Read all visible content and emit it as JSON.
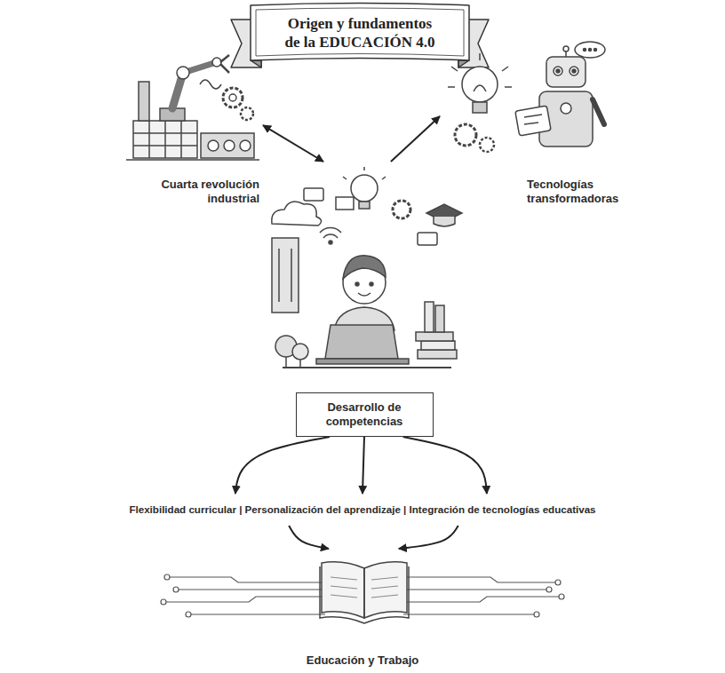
{
  "diagram": {
    "title": "Origen y fundamentos de la EDUCACIÓN 4.0",
    "nodes": [
      {
        "text": [
          "Cuarta revolución industrial"
        ]
      },
      {
        "text": [
          "Tecnologías transformadoras"
        ]
      },
      {
        "text": [
          "Desarrollo de competencias"
        ]
      },
      {
        "text": [
          "Flexibilidad curricular | Personalización del aprendizaje | Integración de tecnologías educativas"
        ]
      },
      {
        "text": [
          "Educación y Trabajo"
        ]
      }
    ],
    "edges": [
      {
        "from": 0,
        "to": 2,
        "arrow": "both"
      },
      {
        "from": 2,
        "to": 1,
        "arrow": "to"
      },
      {
        "from": 2,
        "to": 3,
        "arrow": "to"
      },
      {
        "from": 2,
        "to": 3,
        "arrow": "to"
      },
      {
        "from": 2,
        "to": 3,
        "arrow": "to"
      },
      {
        "from": 3,
        "to": 4,
        "arrow": "to"
      },
      {
        "from": 3,
        "to": 4,
        "arrow": "to"
      }
    ]
  }
}
